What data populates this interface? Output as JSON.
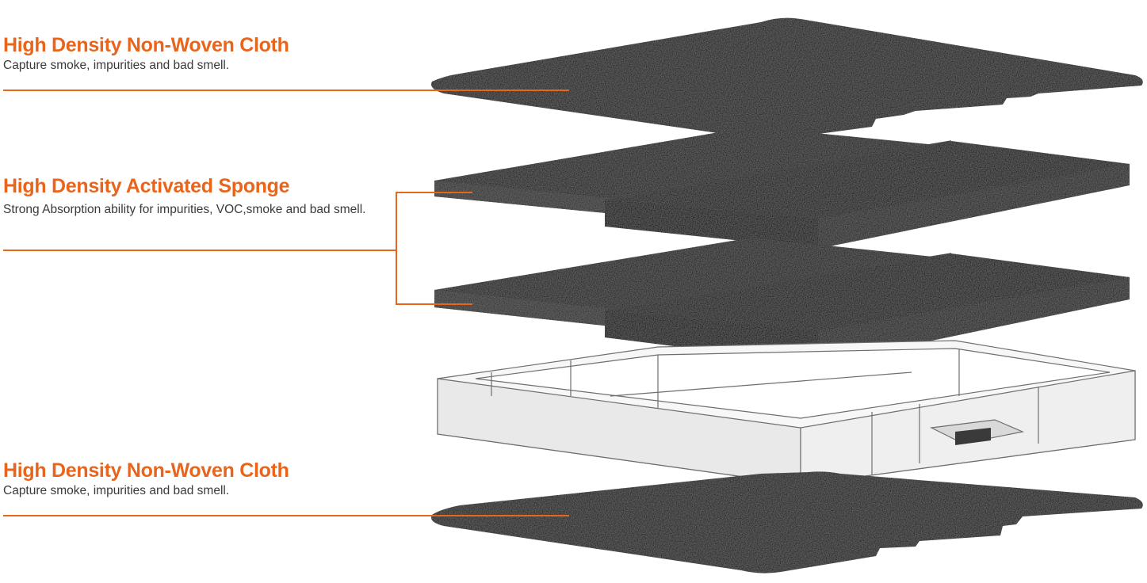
{
  "layers": [
    {
      "title": "High Density Non-Woven Cloth",
      "description": "Capture smoke, impurities and bad smell."
    },
    {
      "title": "High Density Activated Sponge",
      "description": "Strong Absorption ability for impurities, VOC,smoke and bad smell."
    },
    {
      "title": "High Density Non-Woven Cloth",
      "description": "Capture smoke, impurities and bad smell."
    }
  ],
  "colors": {
    "accent": "#e8651b",
    "layer_fill": "#1c1c1c",
    "frame": "#f4f4f4"
  }
}
